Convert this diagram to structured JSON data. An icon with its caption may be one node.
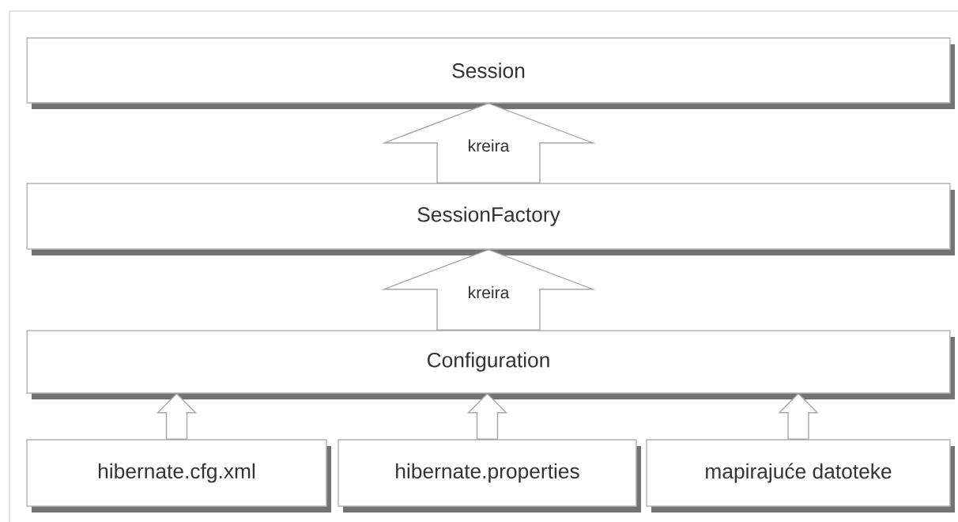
{
  "diagram": {
    "nodes": [
      {
        "text": [
          "Session"
        ]
      },
      {
        "text": [
          "SessionFactory"
        ]
      },
      {
        "text": [
          "Configuration"
        ]
      },
      {
        "text": [
          "hibernate.cfg.xml"
        ]
      },
      {
        "text": [
          "hibernate.properties"
        ]
      },
      {
        "text": [
          "mapirajuće datoteke"
        ]
      }
    ],
    "edges": [
      {
        "from": 1,
        "to": 0,
        "arrow": "to",
        "label": "kreira"
      },
      {
        "from": 2,
        "to": 1,
        "arrow": "to",
        "label": "kreira"
      },
      {
        "from": 3,
        "to": 2,
        "arrow": "to"
      },
      {
        "from": 4,
        "to": 2,
        "arrow": "to"
      },
      {
        "from": 5,
        "to": 2,
        "arrow": "to"
      }
    ]
  }
}
